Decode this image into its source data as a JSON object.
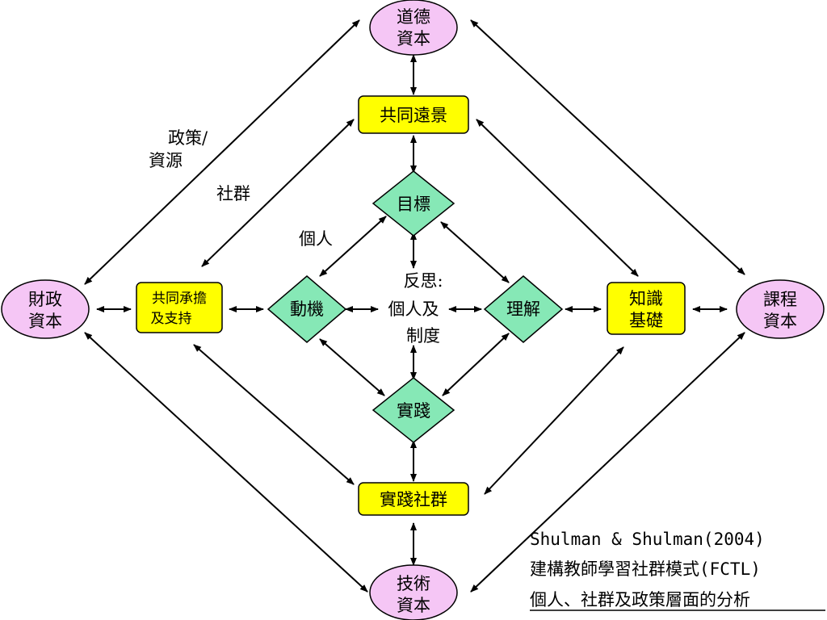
{
  "colors": {
    "capital_fill": "#f5c6f5",
    "box_fill": "#ffff00",
    "diamond_fill": "#86e8b6",
    "stroke": "#000000"
  },
  "nodes": {
    "moral_capital": [
      "道德",
      "資本"
    ],
    "fiscal_capital": [
      "財政",
      "資本"
    ],
    "curriculum_capital": [
      "課程",
      "資本"
    ],
    "technical_capital": [
      "技術",
      "資本"
    ],
    "shared_vision": "共同遠景",
    "commitment_support": [
      "共同承擔",
      "及支持"
    ],
    "knowledge_base": [
      "知識",
      "基礎"
    ],
    "practice_community": "實踐社群",
    "goal": "目標",
    "motivation": "動機",
    "understanding": "理解",
    "practice": "實踐",
    "reflection": [
      "反思:",
      "個人及",
      "制度"
    ]
  },
  "labels": {
    "policy_resources": [
      "政策/",
      "資源"
    ],
    "community": "社群",
    "individual": "個人"
  },
  "caption": {
    "line1": "Shulman & Shulman(2004)",
    "line2": "建構教師學習社群模式(FCTL)",
    "line3": "個人、社群及政策層面的分析"
  }
}
